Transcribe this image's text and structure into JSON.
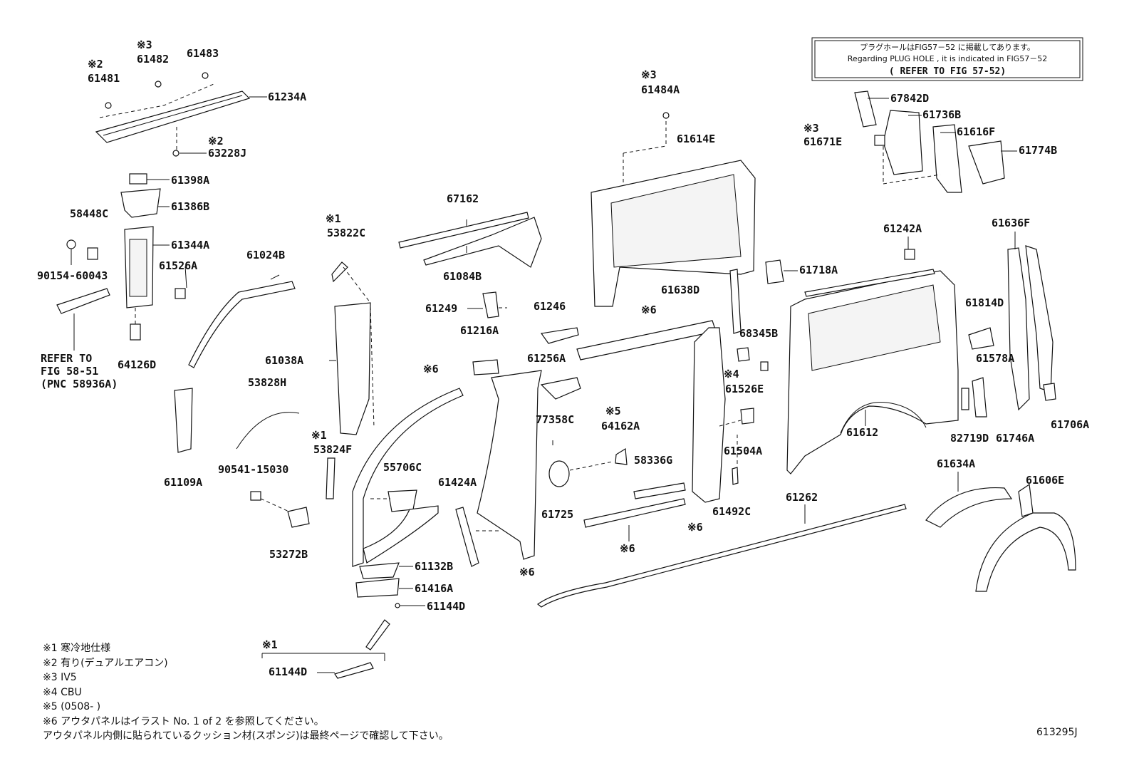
{
  "notice": {
    "line1": "プラグホールはFIG57－52 に掲載してあります。",
    "line2": "Regarding PLUG HOLE , it is indicated in FIG57－52",
    "line3": "( REFER TO FIG 57-52)"
  },
  "refer_note": {
    "line1": "REFER TO",
    "line2": "FIG 58-51",
    "line3": "(PNC 58936A)"
  },
  "parts": {
    "p61481": "61481",
    "p61482": "61482",
    "p61483": "61483",
    "p61234A": "61234A",
    "p63228J": "63228J",
    "p61398A": "61398A",
    "p61386B": "61386B",
    "p58448C": "58448C",
    "p61344A": "61344A",
    "p90154": "90154-60043",
    "p61526A": "61526A",
    "p61024B": "61024B",
    "p64126D": "64126D",
    "p53822C": "53822C",
    "p61038A": "61038A",
    "p53828H": "53828H",
    "p61109A": "61109A",
    "p90541": "90541-15030",
    "p53824F": "53824F",
    "p53272B": "53272B",
    "p55706C": "55706C",
    "p61132B": "61132B",
    "p61416A": "61416A",
    "p61144D": "61144D",
    "p61144D_b": "61144D",
    "p67162": "67162",
    "p61084B": "61084B",
    "p61249": "61249",
    "p61246": "61246",
    "p61216A": "61216A",
    "p61256A": "61256A",
    "p77358C": "77358C",
    "p61424A": "61424A",
    "p61725": "61725",
    "p64162A": "64162A",
    "p58336G": "58336G",
    "p61484A": "61484A",
    "p61614E": "61614E",
    "p61638D": "61638D",
    "p68345B": "68345B",
    "p61526E": "61526E",
    "p61504A": "61504A",
    "p61492C": "61492C",
    "p61262": "61262",
    "p67842D": "67842D",
    "p61736B": "61736B",
    "p61671E": "61671E",
    "p61616F": "61616F",
    "p61774B": "61774B",
    "p61242A": "61242A",
    "p61718A": "61718A",
    "p61612": "61612",
    "p61636F": "61636F",
    "p61814D": "61814D",
    "p61578A": "61578A",
    "p82719D": "82719D",
    "p61746A": "61746A",
    "p61706A": "61706A",
    "p61634A": "61634A",
    "p61606E": "61606E"
  },
  "marks": {
    "m61481": "※2",
    "m61482": "※3",
    "m63228J": "※2",
    "m53822C": "※1",
    "m53824F": "※1",
    "m61484A": "※3",
    "m61671E": "※3",
    "m61526E": "※4",
    "m64162A": "※5",
    "m6_a": "※6",
    "m6_b": "※6",
    "m6_c": "※6",
    "m6_d": "※6",
    "m6_e": "※6",
    "m61144D_b": "※1"
  },
  "legend": [
    "※1 寒冷地仕様",
    "※2 有り(デュアルエアコン)",
    "※3 IV5",
    "※4 CBU",
    "※5 (0508-        )",
    "※6 アウタパネルはイラスト No. 1 of 2 を参照してください。",
    "アウタパネル内側に貼られているクッション材(スポンジ)は最終ページで確認して下さい。"
  ],
  "figure_number": "613295J"
}
